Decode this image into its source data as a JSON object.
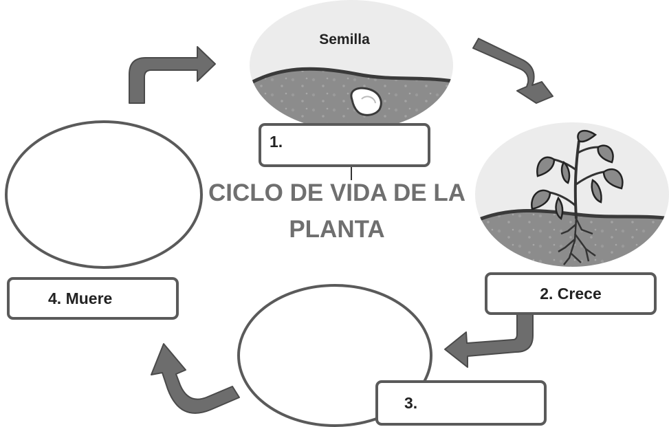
{
  "diagram": {
    "title": "CICLO DE VIDA DE LA PLANTA",
    "stages": [
      {
        "picture": "seed-in-soil",
        "caption": "Semilla",
        "box_label": "1."
      },
      {
        "picture": "growing-plant",
        "box_label": "2. Crece"
      },
      {
        "picture": "empty-circle",
        "box_label": "3."
      },
      {
        "picture": "empty-circle",
        "box_label": "4. Muere"
      }
    ],
    "arrows": [
      "cycle-arrow-icon",
      "cycle-arrow-icon",
      "cycle-arrow-icon",
      "cycle-arrow-icon"
    ],
    "colors": {
      "outline": "#5a5a5a",
      "arrow": "#6d6d6d",
      "sky": "#ececec",
      "soil": "#8c8c8c",
      "title": "#6f6f6f"
    }
  }
}
